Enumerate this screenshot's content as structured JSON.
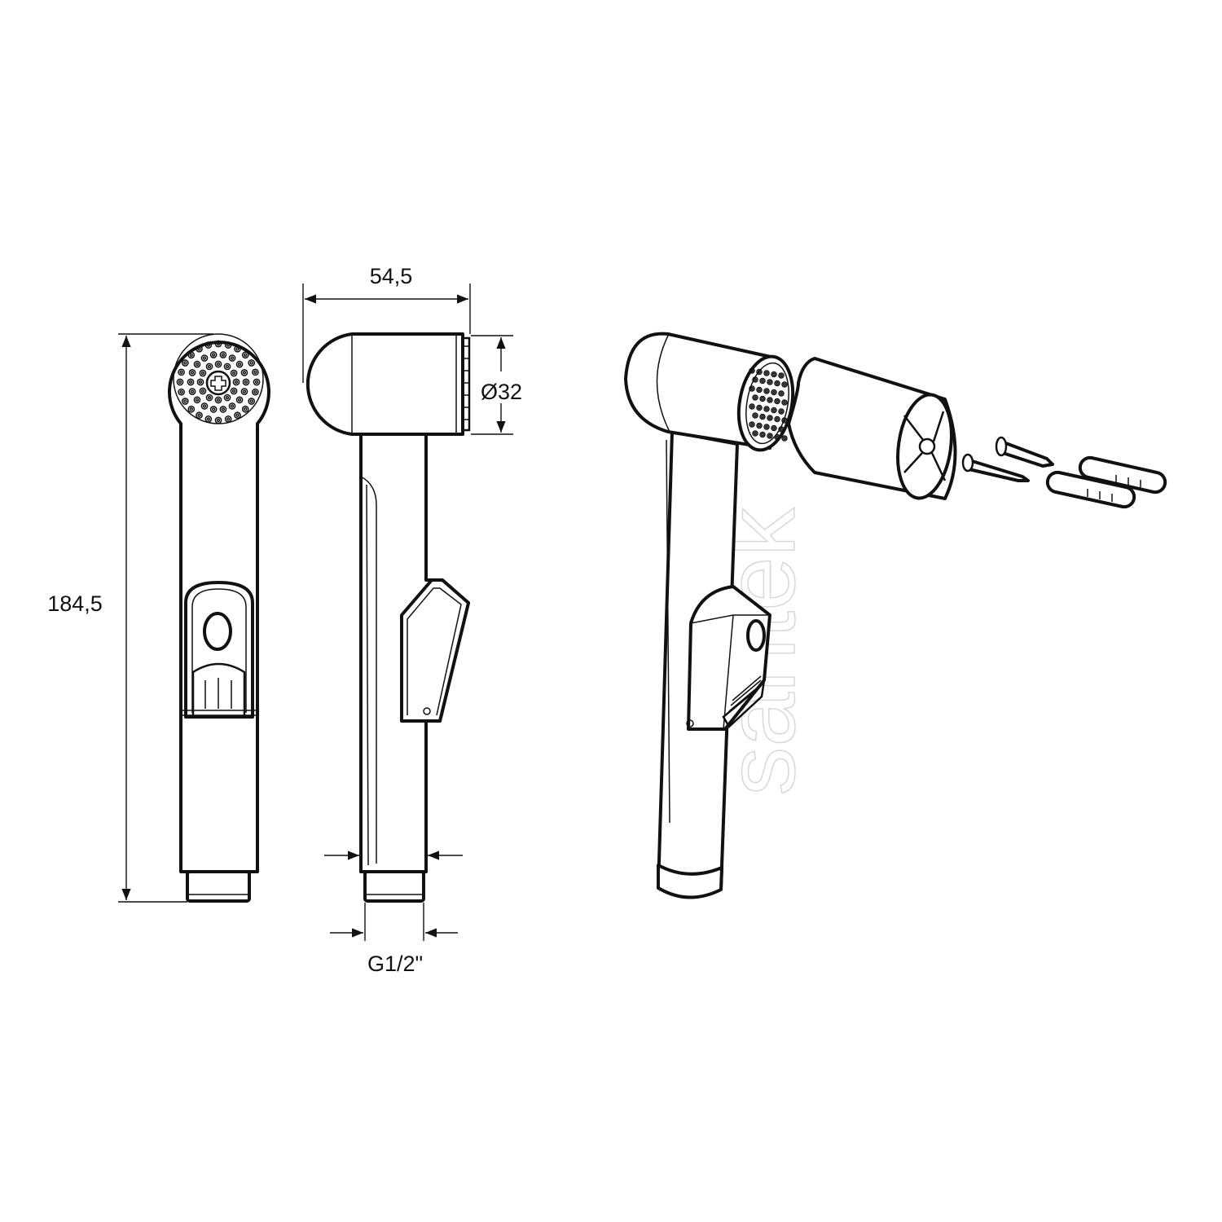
{
  "dimensions": {
    "height": "184,5",
    "width": "54,5",
    "head_diameter": "Ø32",
    "thread": "G1/2\""
  },
  "watermark": "santek",
  "colors": {
    "line": "#111111",
    "watermark": "#d8d8d8",
    "background": "#ffffff"
  }
}
